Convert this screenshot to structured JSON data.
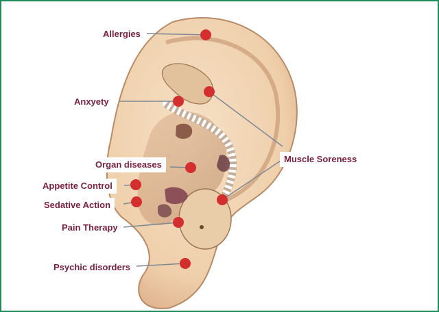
{
  "title": "",
  "labels": {
    "allergies": "Allergies",
    "anxiety": "Anxyety",
    "organ_diseases": "Organ diseases",
    "appetite_control": "Appetite Control",
    "sedative_action": "Sedative Action",
    "pain_therapy": "Pain Therapy",
    "psychic_disorders": "Psychic disorders",
    "muscle_soreness": "Muscle Soreness"
  },
  "colors": {
    "frame": "#1e8a5a",
    "label_text": "#7a1f3d",
    "point": "#d32f2f",
    "leader_line": "#7d8894",
    "skin": "#f1d3b2",
    "skin_shadow": "#c9966f"
  },
  "icons": {
    "ear": "ear-illustration",
    "fetus": "inverted-fetus-illustration",
    "point": "red-acupoint-dot"
  }
}
